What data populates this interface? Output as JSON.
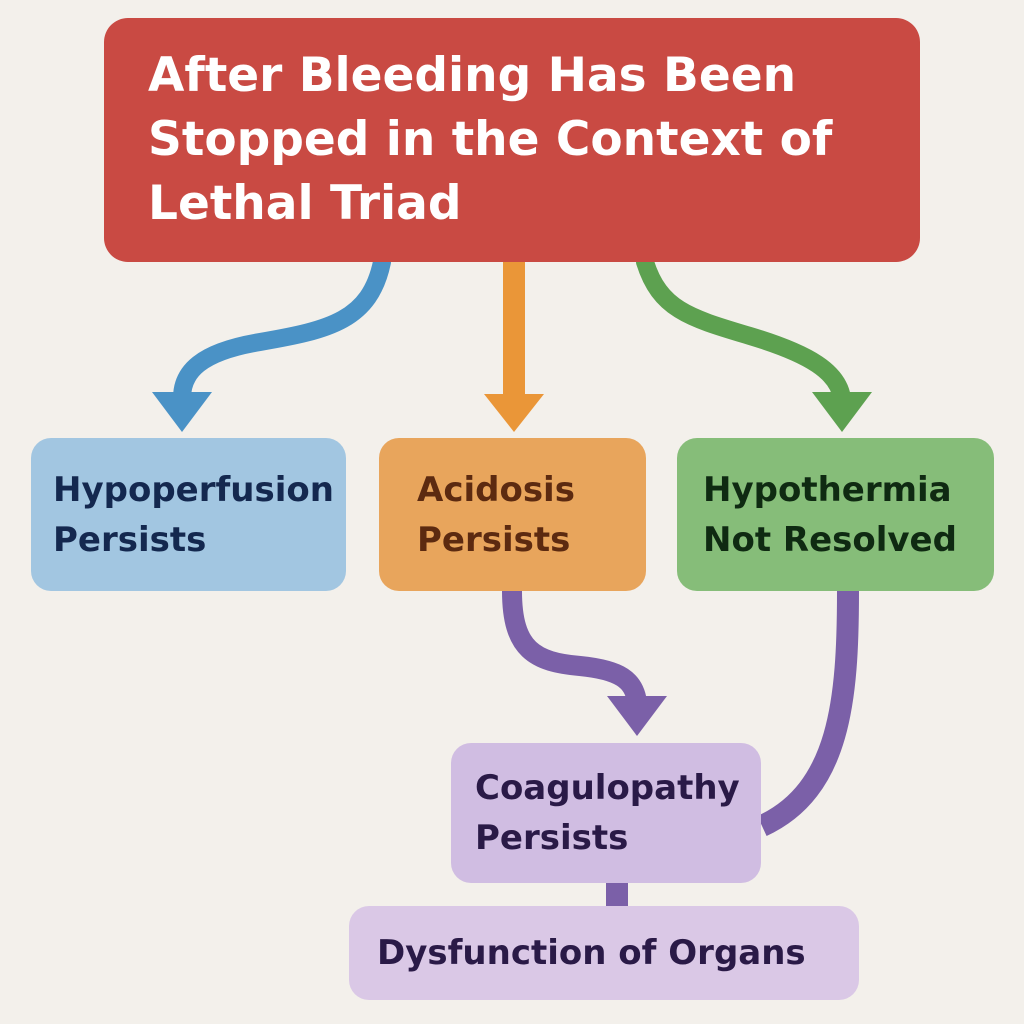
{
  "nodes": {
    "title": {
      "text": "After Bleeding Has Been\nStopped in the Context of\nLethal Triad"
    },
    "hypoperfusion": {
      "text": "Hypoperfusion\nPersists"
    },
    "acidosis": {
      "text": "Acidosis\nPersists"
    },
    "hypothermia": {
      "text": "Hypothermia\nNot Resolved"
    },
    "coagulopathy": {
      "text": "Coagulopathy\nPersists"
    },
    "organs": {
      "text": "Dysfunction of Organs"
    }
  },
  "colors": {
    "background": "#f3f0eb",
    "title_fill": "#c94a43",
    "title_text": "#ffffff",
    "hypoperfusion_fill": "#a2c6e1",
    "hypoperfusion_text": "#14284f",
    "hypoperfusion_arrow": "#4a92c6",
    "acidosis_fill": "#e8a55c",
    "acidosis_text": "#5c2a10",
    "acidosis_arrow": "#ea9638",
    "hypothermia_fill": "#86bd79",
    "hypothermia_text": "#0f2a12",
    "hypothermia_arrow": "#5da150",
    "coagulopathy_fill": "#d0bde2",
    "coagulopathy_text": "#2a1a47",
    "purple_arrow": "#7b60a8",
    "organs_fill": "#dac8e6",
    "organs_text": "#2a1a47"
  }
}
